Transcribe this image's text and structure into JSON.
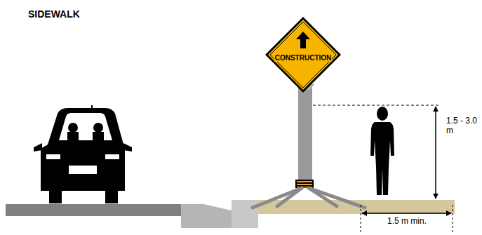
{
  "diagram": {
    "title": "SIDEWALK",
    "nodes": [
      {
        "text": [
          "CONSTRUCTION"
        ]
      }
    ],
    "labels": [
      "1.5 - 3.0 m",
      "1.5 m min."
    ]
  }
}
